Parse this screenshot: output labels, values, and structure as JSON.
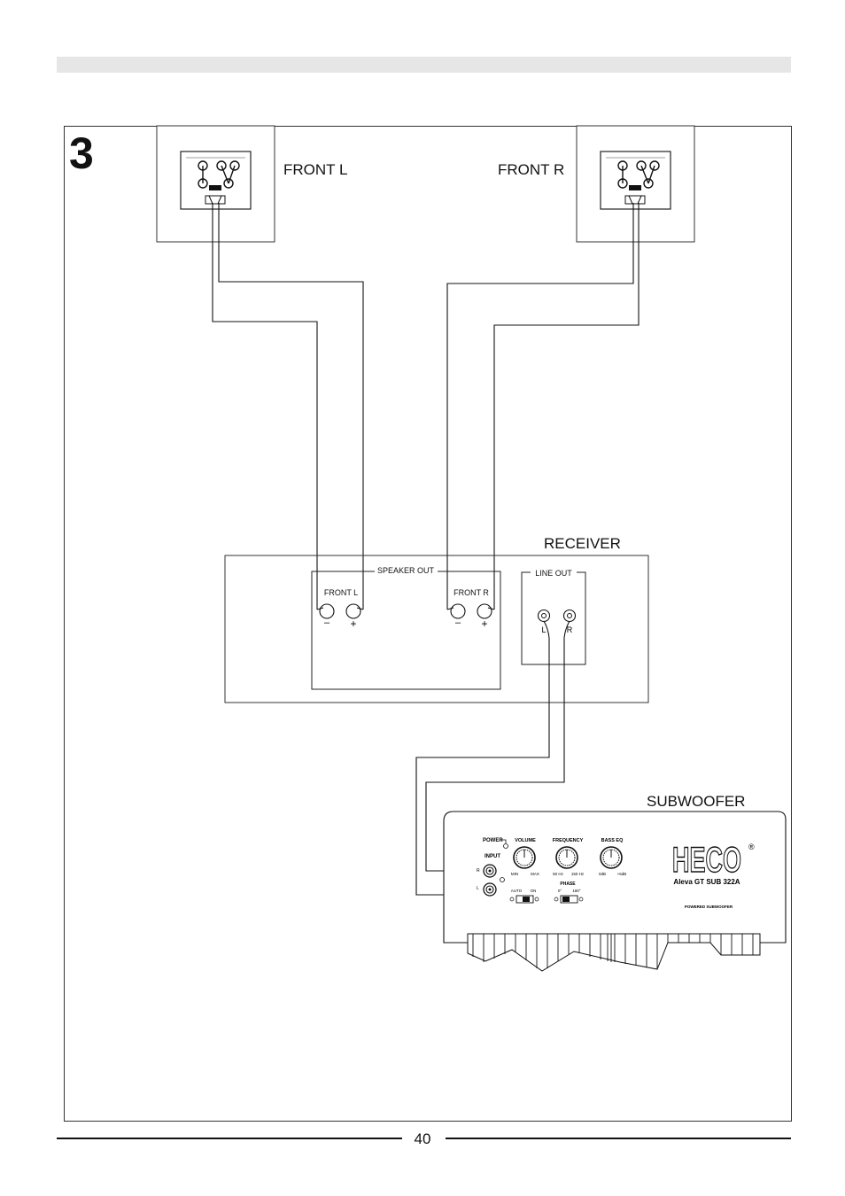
{
  "step_number": "3",
  "speakers": {
    "left_label": "FRONT L",
    "right_label": "FRONT R"
  },
  "receiver": {
    "label": "RECEIVER",
    "speaker_out_label": "SPEAKER OUT",
    "front_l_label": "FRONT L",
    "front_r_label": "FRONT R",
    "minus": "–",
    "plus": "+",
    "line_out_label": "LINE OUT",
    "l_label": "L",
    "r_label": "R"
  },
  "subwoofer": {
    "label": "SUBWOOFER",
    "power_label": "POWER",
    "input_label": "INPUT",
    "input_r": "R",
    "input_l": "L",
    "volume_label": "VOLUME",
    "volume_min": "MIN",
    "volume_max": "MAX",
    "frequency_label": "FREQUENCY",
    "freq_low": "50 Hz",
    "freq_high": "150 Hz",
    "bass_eq_label": "BASS EQ",
    "bass_low": "0dB",
    "bass_high": "+6dB",
    "auto_label": "AUTO",
    "on_label": "ON",
    "phase_label": "PHASE",
    "phase_0": "0°",
    "phase_180": "180°",
    "brand": "HECO",
    "registered": "®",
    "model": "Aleva GT SUB 322A",
    "powered": "POWERED SUBWOOFER"
  },
  "page_number": "40"
}
